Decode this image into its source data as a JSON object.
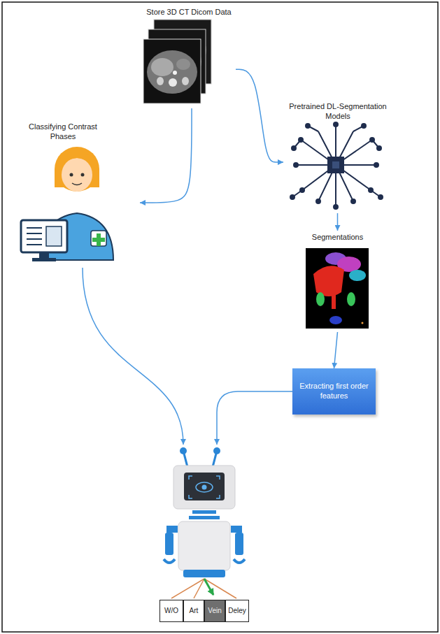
{
  "diagram": {
    "nodes": [
      {
        "text": [
          "Store 3D CT Dicom Data"
        ]
      },
      {
        "text": [
          "Pretrained DL-Segmentation Models"
        ]
      },
      {
        "text": [
          "Classifying Contrast Phases"
        ]
      },
      {
        "text": [
          "Segmentations"
        ]
      },
      {
        "text": [
          "Extracting first order features"
        ]
      },
      {
        "text": [
          "W/O"
        ]
      },
      {
        "text": [
          "Art"
        ]
      },
      {
        "text": [
          "Vein"
        ]
      },
      {
        "text": [
          "Deley"
        ]
      }
    ],
    "edges": [
      {
        "from": 0,
        "to": 1,
        "arrow": "to"
      },
      {
        "from": 0,
        "to": 2,
        "arrow": "to"
      },
      {
        "from": 1,
        "to": 3,
        "arrow": "to"
      },
      {
        "from": 3,
        "to": 4,
        "arrow": "to"
      }
    ]
  }
}
